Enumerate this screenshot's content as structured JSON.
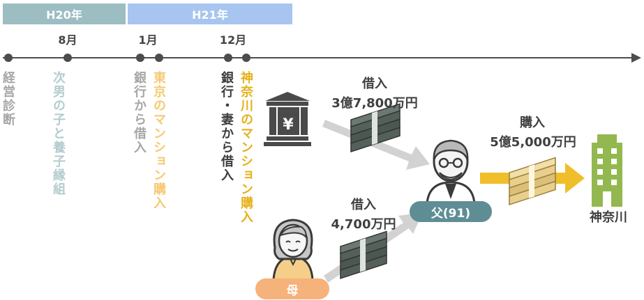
{
  "eras": {
    "h20": "H20年",
    "h21": "H21年"
  },
  "months": {
    "aug": "8月",
    "jan": "1月",
    "dec": "12月"
  },
  "events": {
    "e1": "経営診断",
    "e2": "次男の子と養子縁組",
    "e3": "銀行から借入",
    "e4": "東京のマンション購入",
    "e5": "銀行・妻から借入",
    "e6": "神奈川のマンション購入"
  },
  "flows": {
    "bank_title": "借入",
    "bank_amount": "3億7,800万円",
    "mother_title": "借入",
    "mother_amount": "4,700万円",
    "purchase_title": "購入",
    "purchase_amount": "5億5,000万円"
  },
  "actors": {
    "father": "父(91)",
    "mother": "母",
    "bank_symbol": "¥",
    "property": "神奈川"
  },
  "colors": {
    "gray": "#a6a6a6",
    "teal": "#b4cccf",
    "orange": "#f6c971",
    "gold": "#e5b11c",
    "father_pill": "#5e8e94",
    "mother_pill": "#f5b27a"
  }
}
